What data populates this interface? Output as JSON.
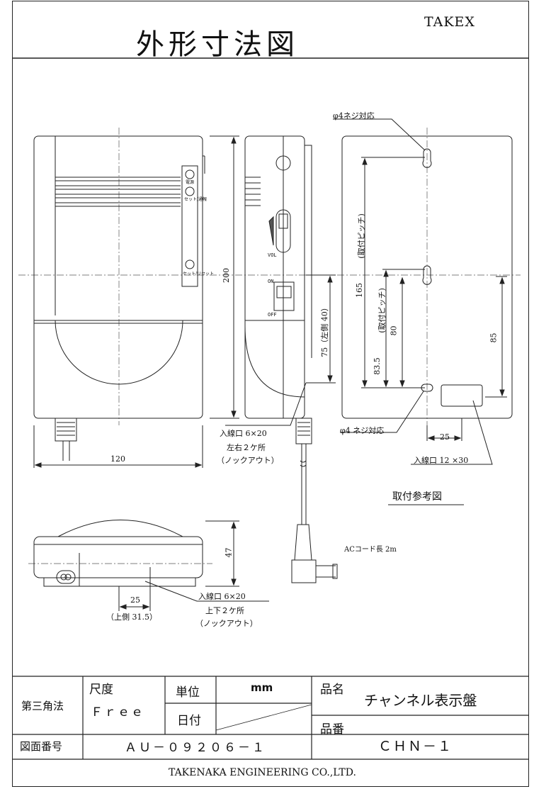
{
  "header": {
    "title": "外形寸法図",
    "brand": "TAKEX"
  },
  "front_view": {
    "led_labels": [
      "電源",
      "セット/通報",
      "セット/リセット"
    ],
    "width_dim": "120",
    "height_dim": "200"
  },
  "side_view": {
    "vol_label": "VOL",
    "on_label": "ON",
    "off_label": "OFF",
    "dim_75": "75（左側 40）",
    "entry_label": "入線口 6×20",
    "entry_sub1": "左右２ケ所",
    "entry_sub2": "（ノックアウト）",
    "cord_label": "ACコード長 2m"
  },
  "mount_view": {
    "screw_top": "φ4ネジ対応",
    "screw_bottom": "φ4 ネジ対応",
    "pitch1": "(取付ピッチ)",
    "dim_165": "165",
    "pitch2": "(取付ピッチ)",
    "dim_80": "80",
    "dim_835": "83.5",
    "dim_85": "85",
    "dim_25": "25",
    "entry_label": "入線口 12 ×30",
    "caption": "取付参考図"
  },
  "bottom_view": {
    "dim_47": "47",
    "dim_25": "25",
    "top_note": "（上側 31.5）",
    "entry_label": "入線口 6×20",
    "entry_sub1": "上下２ケ所",
    "entry_sub2": "（ノックアウト）"
  },
  "title_block": {
    "projection": "第三角法",
    "scale_label": "尺度",
    "scale_value": "Ｆｒｅｅ",
    "unit_label": "単位",
    "unit_value": "mm",
    "date_label": "日付",
    "product_name_label": "品名",
    "product_name": "チャンネル表示盤",
    "product_no_label": "品番",
    "product_no": "ＣＨＮ－１",
    "drawing_no_label": "図面番号",
    "drawing_no": "ＡＵ－０９２０６－１",
    "company": "TAKENAKA ENGINEERING CO.,LTD."
  }
}
